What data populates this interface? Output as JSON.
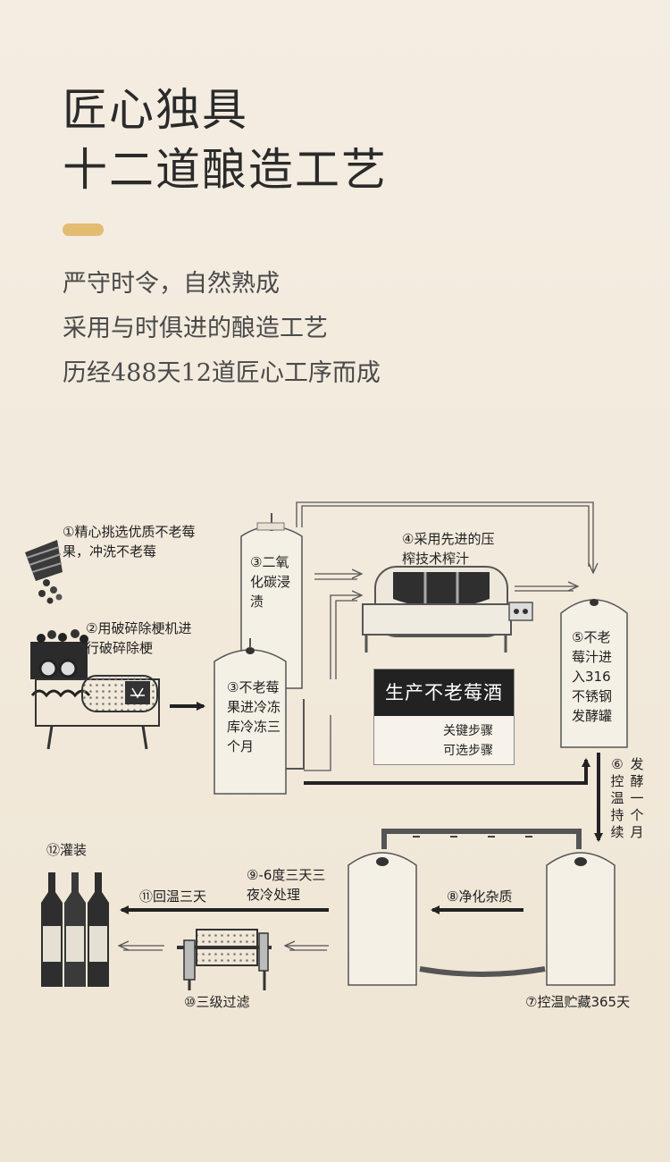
{
  "header": {
    "title_line1": "匠心独具",
    "title_line2": "十二道酿造工艺",
    "accent_color": "#e2bc70"
  },
  "intro": [
    "严守时令，自然熟成",
    "采用与时俱进的酿造工艺",
    "历经488天12道匠心工序而成"
  ],
  "diagram": {
    "steps": {
      "s1": "①精心挑选优质不老莓果，冲洗不老莓",
      "s2": "②用破碎除梗机进行破碎除梗",
      "s3a": "③二氧化碳浸渍",
      "s3b": "③不老莓果进冷冻库冷冻三个月",
      "s4": "④采用先进的压榨技术榨汁",
      "s5": "⑤不老莓汁进入316不锈钢发酵罐",
      "s6a": "⑥控温持续",
      "s6b": "发酵一个月",
      "s7": "⑦控温贮藏365天",
      "s8": "⑧净化杂质",
      "s9": "⑨-6度三天三夜冷处理",
      "s10": "⑩三级过滤",
      "s11": "⑪回温三天",
      "s12": "⑫灌装"
    },
    "legend": {
      "title": "生产不老莓酒",
      "key_step": "关键步骤",
      "optional_step": "可选步骤"
    }
  }
}
